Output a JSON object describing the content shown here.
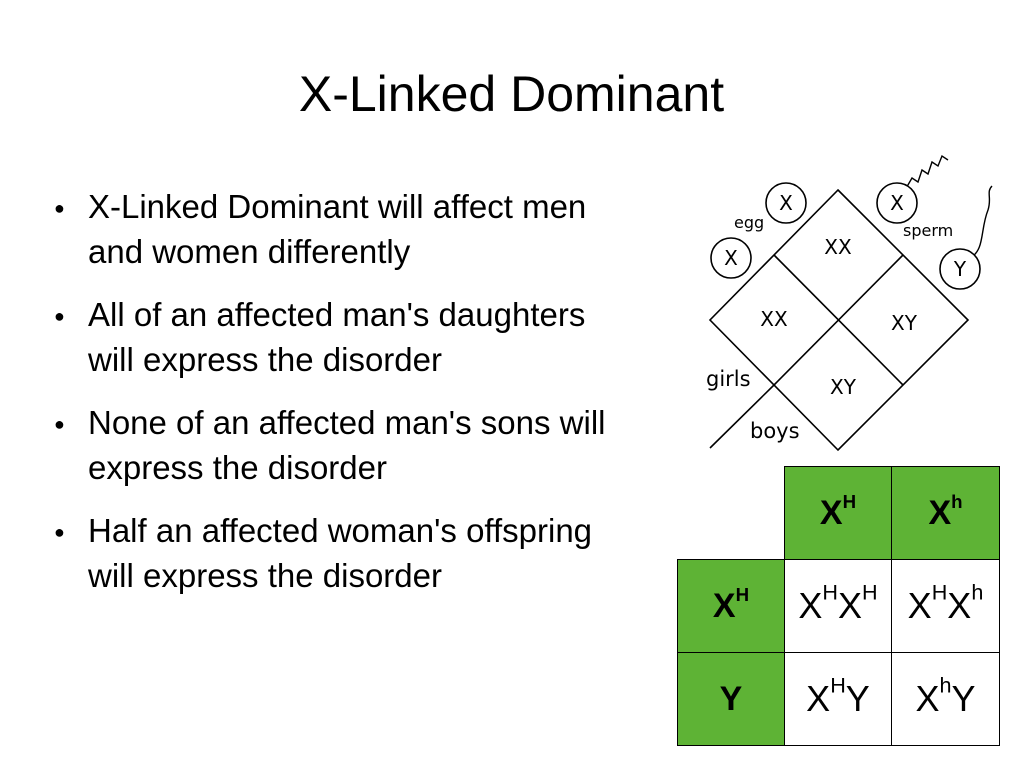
{
  "slide": {
    "title": "X-Linked Dominant",
    "bullets": [
      "X-Linked Dominant will affect men and women differently",
      "All of an affected man's daughters will express the disorder",
      "None of an affected man's sons will express the disorder",
      "Half an affected woman's offspring will express the disorder"
    ]
  },
  "diagram": {
    "egg_label": "egg",
    "sperm_label": "sperm",
    "egg_gamete_top": "X",
    "egg_gamete_left": "X",
    "sperm_gamete_top": "X",
    "sperm_gamete_right": "Y",
    "cells": [
      "XX",
      "XX",
      "XY",
      "XY"
    ],
    "girls_label": "girls",
    "boys_label": "boys"
  },
  "punnett": {
    "col_headers": [
      {
        "base": "X",
        "sup": "H"
      },
      {
        "base": "X",
        "sup": "h"
      }
    ],
    "rows": [
      {
        "header": {
          "base": "X",
          "sup": "H"
        },
        "cells": [
          [
            {
              "base": "X",
              "sup": "H"
            },
            {
              "base": "X",
              "sup": "H"
            }
          ],
          [
            {
              "base": "X",
              "sup": "H"
            },
            {
              "base": "X",
              "sup": "h"
            }
          ]
        ]
      },
      {
        "header": {
          "base": "Y",
          "sup": ""
        },
        "cells": [
          [
            {
              "base": "X",
              "sup": "H"
            },
            {
              "base": "Y",
              "sup": ""
            }
          ],
          [
            {
              "base": "X",
              "sup": "h"
            },
            {
              "base": "Y",
              "sup": ""
            }
          ]
        ]
      }
    ],
    "colors": {
      "header_fill": "#5eb335"
    }
  }
}
